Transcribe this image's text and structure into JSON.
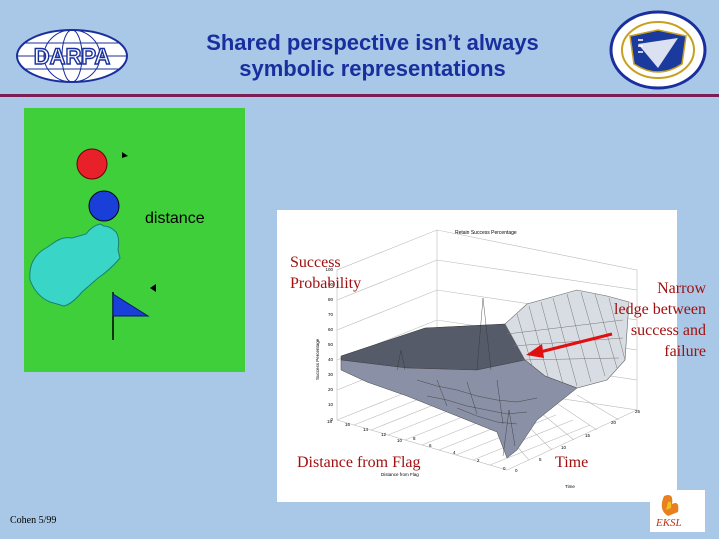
{
  "slide": {
    "title_line1": "Shared perspective isn’t always",
    "title_line2": "symbolic representations",
    "distance_label": "distance",
    "footer": "Cohen 5/99"
  },
  "logos": {
    "darpa": "DARPA",
    "eksl": "EKSL"
  },
  "plot": {
    "title": "Retain Success Percentage",
    "z_axis_label": "Success Percentage",
    "x_axis_label": "Distance from Flag",
    "y_axis_label": "Time",
    "z_ticks": [
      "0",
      "10",
      "20",
      "30",
      "40",
      "50",
      "60",
      "70",
      "80",
      "90",
      "100"
    ],
    "x_ticks": [
      "0",
      "2",
      "4",
      "6",
      "8",
      "10",
      "12",
      "14",
      "16",
      "18"
    ],
    "y_ticks": [
      "0",
      "5",
      "10",
      "15",
      "20",
      "25"
    ]
  },
  "annotations": {
    "success_line1": "Success",
    "success_line2": "Probability",
    "narrow_line1": "Narrow",
    "narrow_line2": "ledge between",
    "narrow_line3": "success and",
    "narrow_line4": "failure",
    "distance_from_flag": "Distance from Flag",
    "time": "Time"
  },
  "colors": {
    "background": "#a9c7e6",
    "title": "#1a2f9e",
    "rule": "#7a1e55",
    "panel_green": "#3fcf3a",
    "red_circle": "#e8202a",
    "blue_circle": "#1a3fd8",
    "cyan_blob": "#39d6c8",
    "flag_blue": "#1a3fd8",
    "annotation_red": "#a01010",
    "arrow_red": "#e01010"
  }
}
